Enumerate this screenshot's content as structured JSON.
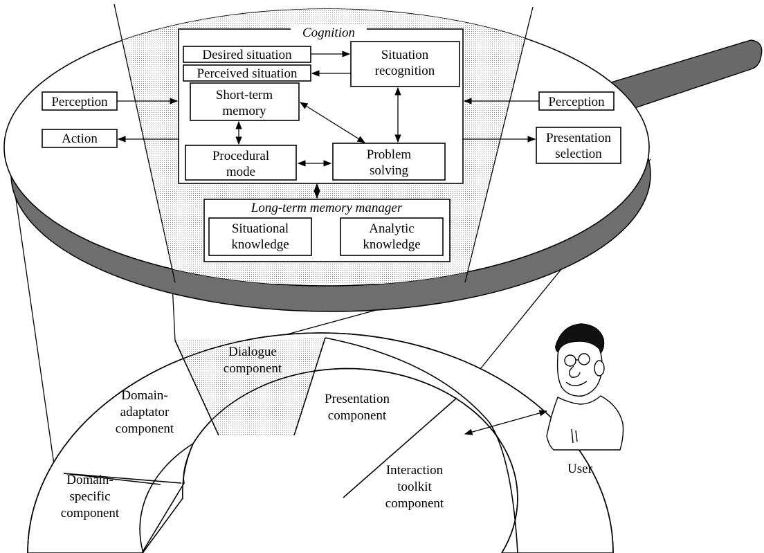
{
  "lens": {
    "cognition_title": "Cognition",
    "desired_situation": "Desired situation",
    "perceived_situation": "Perceived situation",
    "situation_recognition": [
      "Situation",
      "recognition"
    ],
    "short_term_memory": [
      "Short-term",
      "memory"
    ],
    "procedural_mode": [
      "Procedural",
      "mode"
    ],
    "problem_solving": [
      "Problem",
      "solving"
    ],
    "ltm_title": "Long-term memory manager",
    "situational_knowledge": [
      "Situational",
      "knowledge"
    ],
    "analytic_knowledge": [
      "Analytic",
      "knowledge"
    ],
    "perception_left": "Perception",
    "action": "Action",
    "perception_right": "Perception",
    "presentation_selection": [
      "Presentation",
      "selection"
    ]
  },
  "architecture": {
    "dialogue": [
      "Dialogue",
      "component"
    ],
    "domain_adaptator": [
      "Domain-",
      "adaptator",
      "component"
    ],
    "presentation": [
      "Presentation",
      "component"
    ],
    "domain_specific": [
      "Domain-",
      "specific",
      "component"
    ],
    "interaction_toolkit": [
      "Interaction",
      "toolkit",
      "component"
    ]
  },
  "user_label": "User",
  "colors": {
    "stipple": "#e4e4e4",
    "rim": "#6e6e6e",
    "ink": "#000000"
  }
}
